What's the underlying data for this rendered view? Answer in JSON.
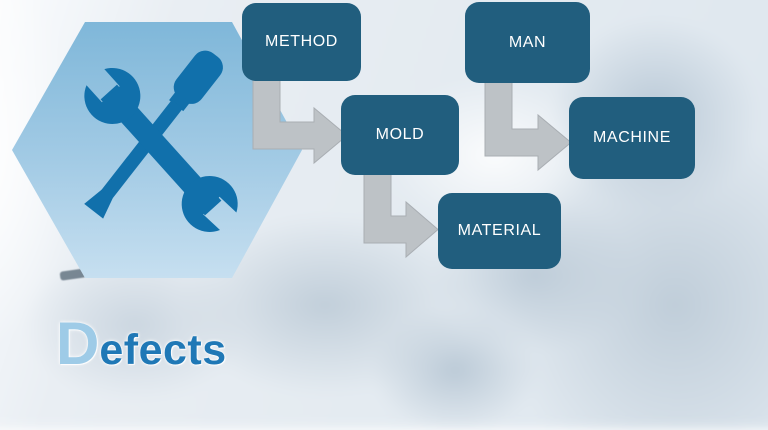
{
  "title": {
    "first_letter": "D",
    "rest": "efects",
    "full": "Defects"
  },
  "diagram": {
    "nodes": [
      {
        "id": "method",
        "label": "METHOD"
      },
      {
        "id": "man",
        "label": "MAN"
      },
      {
        "id": "mold",
        "label": "MOLD"
      },
      {
        "id": "machine",
        "label": "MACHINE"
      },
      {
        "id": "material",
        "label": "MATERIAL"
      }
    ],
    "connections": [
      {
        "from": "METHOD",
        "to": "MOLD"
      },
      {
        "from": "MAN",
        "to": "MACHINE"
      },
      {
        "from": "MOLD",
        "to": "MATERIAL"
      }
    ]
  },
  "icon": {
    "name": "crossed-wrench-screwdriver-hexagon",
    "shape": "hexagon"
  },
  "colors": {
    "node_fill": "#215e7e",
    "node_text": "#ffffff",
    "arrow": "#bdc2c6",
    "hexagon_top": "#7fb7d9",
    "hexagon_bottom": "#c6dff0",
    "tools": "#1170ab",
    "title_d": "#9ecbe7",
    "title_rest": "#1f78b6"
  }
}
